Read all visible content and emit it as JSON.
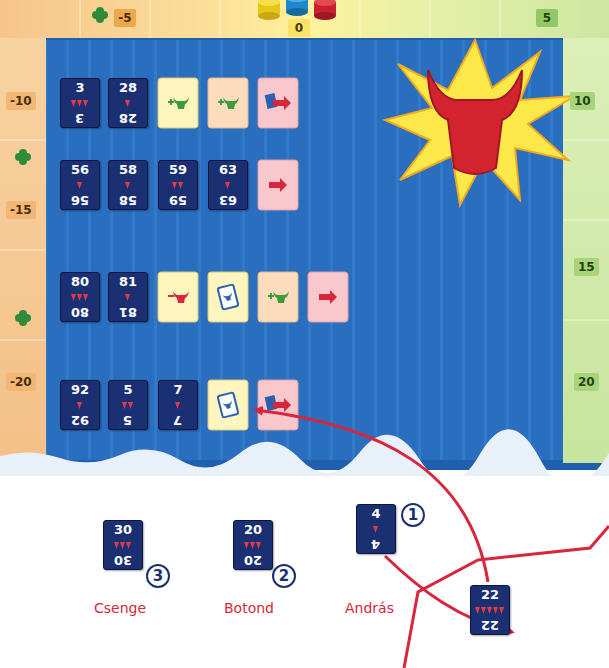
{
  "diagram": {
    "nodes": [
      {
        "text": [
          "3",
          "3"
        ]
      },
      {
        "text": [
          "28",
          "28"
        ]
      },
      {
        "text": [
          "56",
          "56"
        ]
      },
      {
        "text": [
          "58",
          "58"
        ]
      },
      {
        "text": [
          "59",
          "59"
        ]
      },
      {
        "text": [
          "63",
          "63"
        ]
      },
      {
        "text": [
          "80",
          "80"
        ]
      },
      {
        "text": [
          "81",
          "81"
        ]
      },
      {
        "text": [
          "92",
          "92"
        ]
      },
      {
        "text": [
          "5",
          "5"
        ]
      },
      {
        "text": [
          "7",
          "7"
        ]
      },
      {
        "text": [
          "30",
          "30"
        ]
      },
      {
        "text": [
          "20",
          "20"
        ]
      },
      {
        "text": [
          "4",
          "4"
        ]
      },
      {
        "text": [
          "22",
          "22"
        ]
      }
    ],
    "labels": [
      "-5",
      "0",
      "5",
      "-10",
      "10",
      "-15",
      "15",
      "-20",
      "20",
      "3",
      "Csenge",
      "2",
      "Botond",
      "1",
      "András"
    ]
  }
}
